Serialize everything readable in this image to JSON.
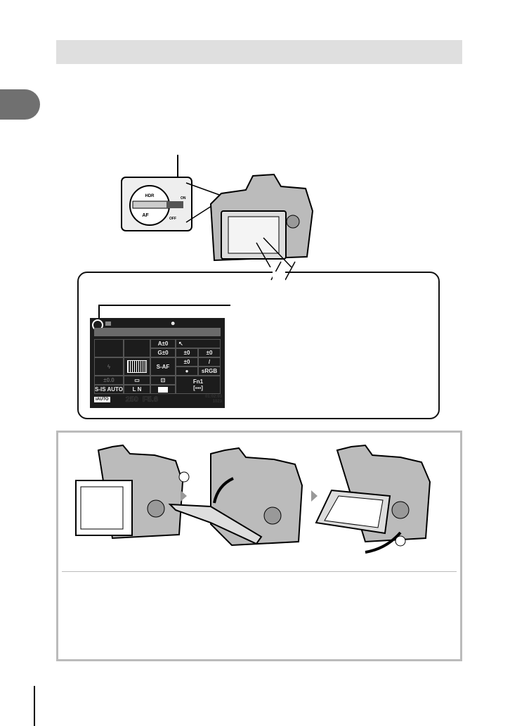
{
  "lcd": {
    "wb_a": "A±0",
    "wb_g": "G±0",
    "af_mode": "S-AF",
    "sharp": "±0",
    "contrast": "±0",
    "saturation": "±0",
    "color_space": "sRGB",
    "fn": "Fn1",
    "flash_comp": "±0.0",
    "stabilizer": "S-IS AUTO",
    "quality": "L N",
    "shutter": "250",
    "aperture": "F5.6",
    "time": "01:02:03",
    "shots": "1023"
  },
  "dial": {
    "top_label": "HDR",
    "bottom_label": "AF",
    "on_label": "ON",
    "off_label": "OFF"
  },
  "colors": {
    "header_band": "#dfdfdf",
    "side_tab": "#707070",
    "box_border": "#bbbbbb"
  }
}
